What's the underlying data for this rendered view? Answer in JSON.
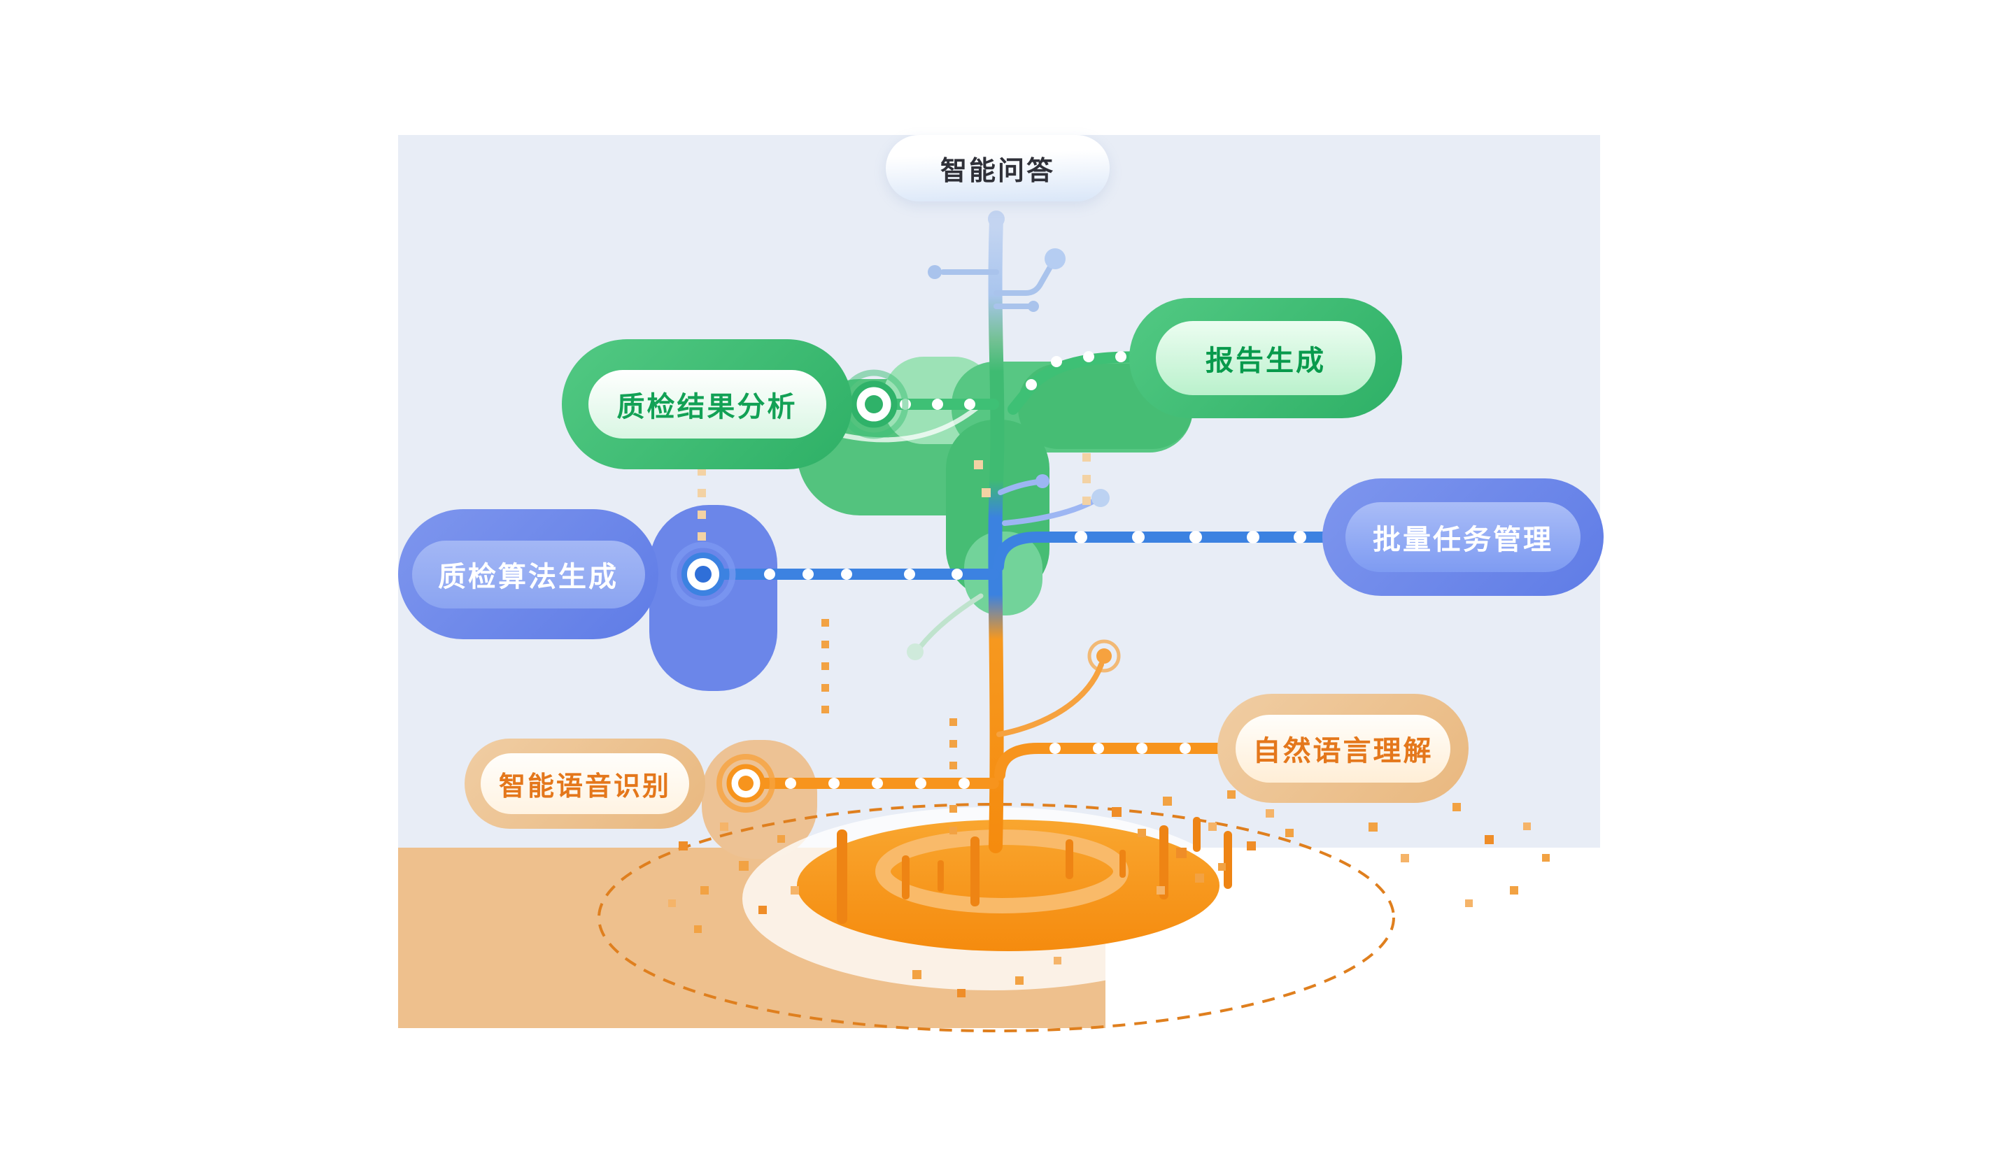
{
  "diagram": {
    "type": "ai-capability-tree",
    "nodes": {
      "qa": {
        "label": "智能问答",
        "color": "#2f3038"
      },
      "report": {
        "label": "报告生成",
        "color": "#089a4c"
      },
      "analysis": {
        "label": "质检结果分析",
        "color": "#12a155"
      },
      "batch": {
        "label": "批量任务管理",
        "color": "#ffffff"
      },
      "algorithm": {
        "label": "质检算法生成",
        "color": "#ffffff"
      },
      "nlu": {
        "label": "自然语言理解",
        "color": "#e4771b"
      },
      "asr": {
        "label": "智能语音识别",
        "color": "#e4771b"
      }
    },
    "palette": {
      "green": "#3ec075",
      "blue_pill": "#6b86e9",
      "branch_blue": "#3c82e1",
      "orange": "#f7941d",
      "tan": "#edc294",
      "panel_blue": "#e8edf6",
      "panel_sand": "#eec08d",
      "twig_blue": "#a9c3ec"
    }
  }
}
